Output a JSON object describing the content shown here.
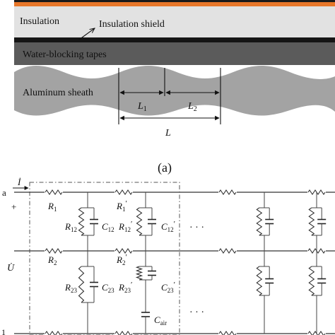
{
  "cross_section": {
    "insulation": "Insulation",
    "insulation_shield": "Insulation shield",
    "water_blocking_tapes": "Water-blocking tapes",
    "aluminum_sheath": "Aluminum sheath",
    "l1": {
      "main": "L",
      "sub": "1"
    },
    "l2": {
      "main": "L",
      "sub": "2"
    },
    "l": "L",
    "caption": "(a)"
  },
  "circuit": {
    "node_a": "a",
    "plus": "+",
    "current_symbol": "İ",
    "voltage_symbol": "U̇",
    "r1": {
      "main": "R",
      "sub": "1"
    },
    "r1p": {
      "main": "R",
      "sub": "1",
      "prime": "′"
    },
    "r12": {
      "main": "R",
      "sub": "12"
    },
    "c12": {
      "main": "C",
      "sub": "12"
    },
    "r12p": {
      "main": "R",
      "sub": "12",
      "prime": "′"
    },
    "c12p": {
      "main": "C",
      "sub": "12",
      "prime": "′"
    },
    "r2": {
      "main": "R",
      "sub": "2"
    },
    "r2p": {
      "main": "R",
      "sub": "2",
      "prime": "′"
    },
    "r23": {
      "main": "R",
      "sub": "23"
    },
    "c23": {
      "main": "C",
      "sub": "23"
    },
    "r23p": {
      "main": "R",
      "sub": "23",
      "prime": "′"
    },
    "c23p": {
      "main": "C",
      "sub": "23",
      "prime": "′"
    },
    "cair": {
      "main": "C",
      "sub": "air"
    },
    "ellipsis_top": "· · ·",
    "ellipsis_bottom": "· · ·",
    "bottom_node": "1"
  },
  "colors": {
    "copper_band": "#e8772a",
    "insulation": "#e2e2e2",
    "shield": "#151515",
    "tapes": "#5b5b5b",
    "sheath": "#a3a3a3"
  }
}
